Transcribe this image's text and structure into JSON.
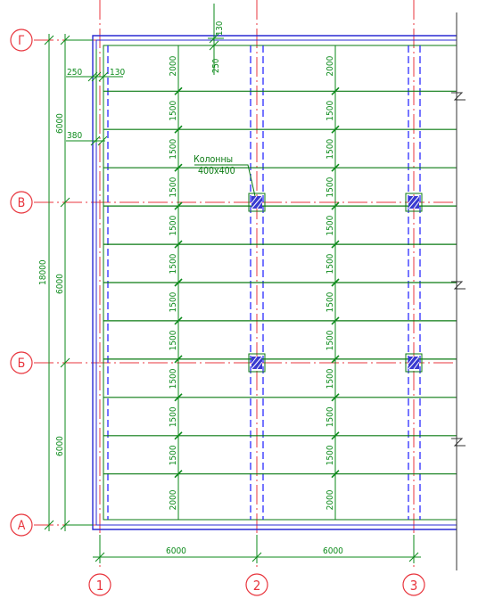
{
  "axes_rows": [
    "Г",
    "В",
    "Б",
    "А"
  ],
  "axes_cols": [
    "1",
    "2",
    "3"
  ],
  "dims_left_outer": {
    "total": "18000"
  },
  "dims_left_inner": [
    "6000",
    "6000",
    "6000"
  ],
  "dims_top_wall": {
    "a": "250",
    "b": "130",
    "c": "380"
  },
  "dims_top_axis2": {
    "a": "130",
    "b": "250"
  },
  "col_spacing_labels": [
    "2000",
    "1500",
    "1500",
    "1500",
    "1500",
    "1500",
    "1500",
    "1500",
    "1500",
    "1500",
    "1500",
    "2000"
  ],
  "dims_bottom": [
    "6000",
    "6000"
  ],
  "column_note": {
    "line1": "Колонны",
    "line2": "400x400"
  },
  "colors": {
    "axis_red": "#e8343c",
    "dim_green": "#0b8a1a",
    "beam_green": "#0a7a12",
    "wall_blue": "#2a2ad4",
    "dash_blue": "#1a1aff",
    "column_fill": "#3a3ad0"
  }
}
